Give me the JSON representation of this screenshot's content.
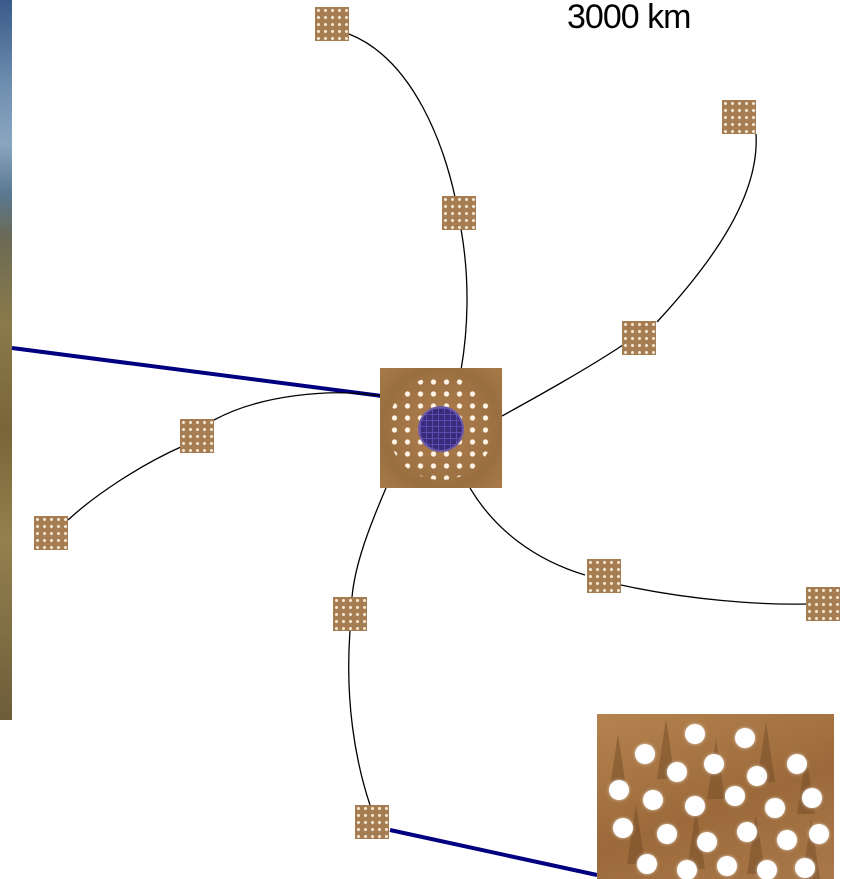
{
  "scale": {
    "label": "3000 km"
  },
  "colors": {
    "link": "#000000",
    "highlight_link": "#000080",
    "node": "#a67c52"
  },
  "diagram": {
    "hub": {
      "name": "central-hub"
    },
    "branches": 6,
    "nodes_total": 11,
    "zoom_inset": true
  }
}
